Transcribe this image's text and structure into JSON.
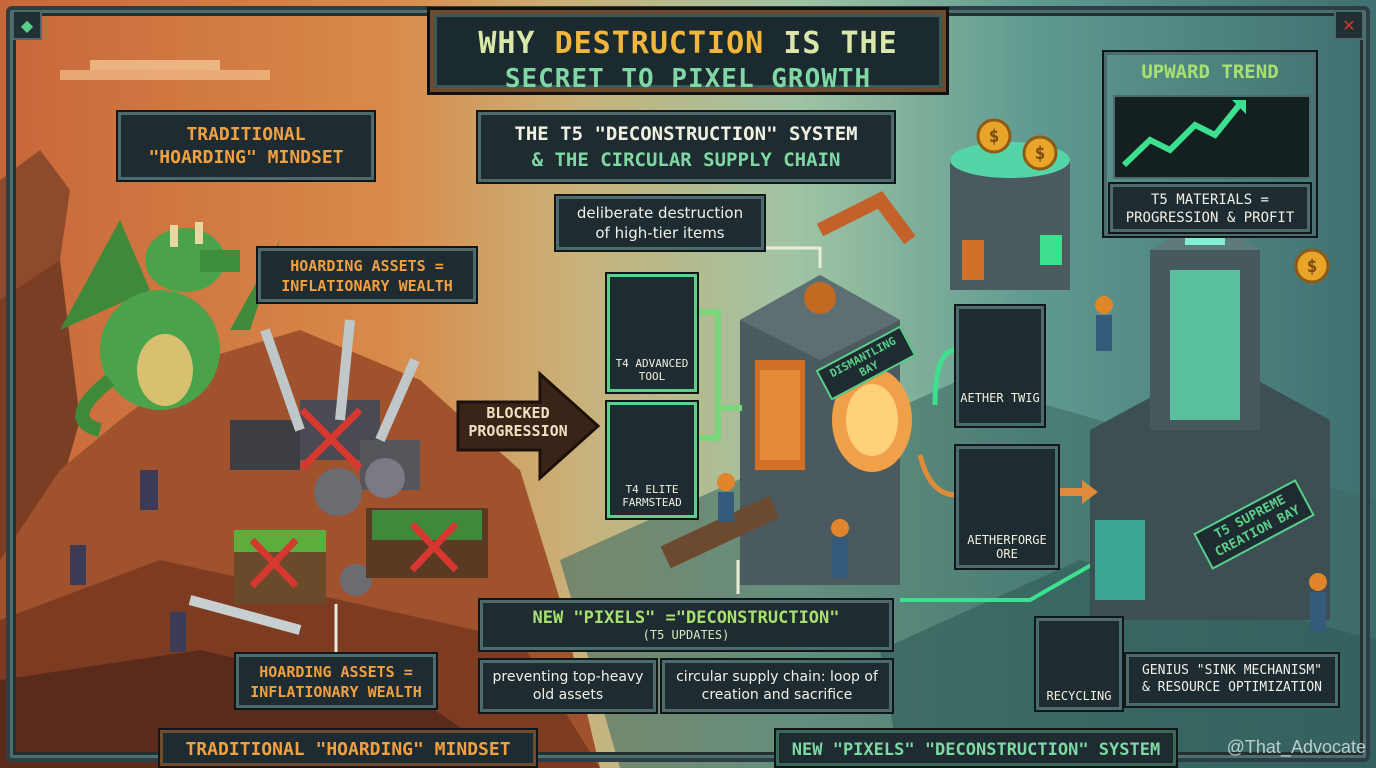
{
  "title": {
    "line1_a": "WHY",
    "line1_b": "DESTRUCTION",
    "line1_c": "IS THE",
    "line2": "SECRET TO PIXEL GROWTH"
  },
  "left": {
    "mindset_title": "TRADITIONAL \"HOARDING\" MINDSET",
    "hoarding_assets_top": "HOARDING ASSETS = INFLATIONARY WEALTH",
    "hoarding_assets_bottom": "HOARDING ASSETS = INFLATIONARY WEALTH",
    "blocked": "BLOCKED PROGRESSION",
    "footer_banner": "TRADITIONAL \"HOARDING\" MINDSET"
  },
  "center": {
    "system_title_l1": "THE T5 \"DECONSTRUCTION\" SYSTEM",
    "system_title_l2": "& THE CIRCULAR SUPPLY CHAIN",
    "deliberate": "deliberate destruction of high-tier items",
    "t4_tool": "T4 ADVANCED TOOL",
    "t4_farm": "T4 ELITE FARMSTEAD",
    "bay_sign": "DISMANTLING BAY",
    "aether_twig": "AETHER TWIG",
    "aetherforge_ore": "AETHERFORGE ORE",
    "new_pixels_l1": "NEW \"PIXELS\" =\"DECONSTRUCTION\"",
    "new_pixels_l2": "(T5 UPDATES)",
    "preventing": "preventing top-heavy old assets",
    "circular": "circular supply chain: loop of creation and sacrifice"
  },
  "right": {
    "upward_trend": "UPWARD TREND",
    "t5_materials": "T5 MATERIALS = PROGRESSION & PROFIT",
    "supreme_bay": "T5 SUPREME CREATION BAY",
    "recycling": "RECYCLING",
    "genius": "GENIUS \"SINK MECHANISM\" & RESOURCE OPTIMIZATION",
    "footer_banner": "NEW \"PIXELS\" \"DECONSTRUCTION\" SYSTEM"
  },
  "watermark": "@That_Advocate",
  "colors": {
    "accent_amber": "#f2b63a",
    "accent_green": "#5ad08a",
    "cross_red": "#d6382f"
  },
  "icons": {
    "top_left": "diamond-icon",
    "top_right": "close-icon",
    "coin": "dollar-coin-icon",
    "recycle": "recycle-icon"
  }
}
